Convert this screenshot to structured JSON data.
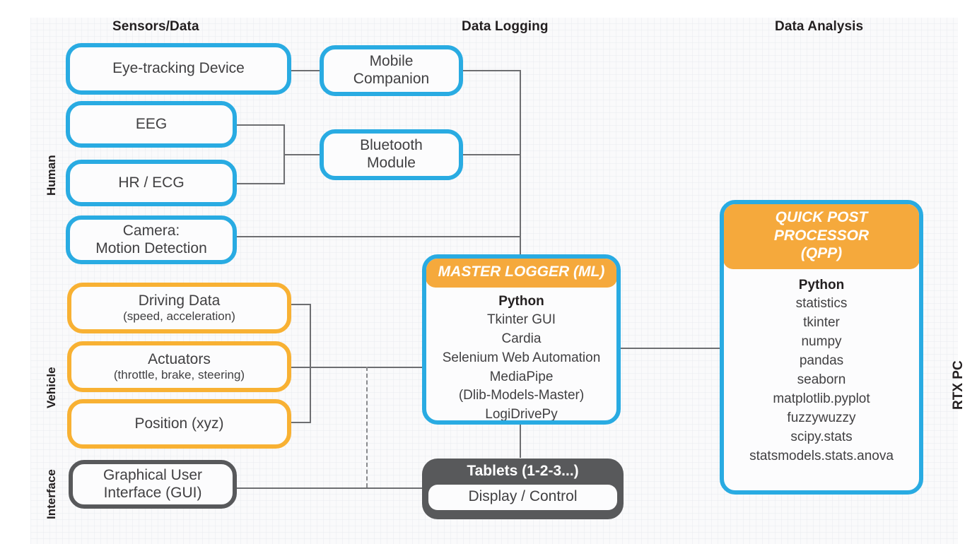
{
  "headers": {
    "sensors": "Sensors/Data",
    "logging": "Data Logging",
    "analysis": "Data Analysis"
  },
  "row_labels": {
    "human": "Human",
    "vehicle": "Vehicle",
    "interface": "Interface",
    "rtx_pc": "RTX PC"
  },
  "colors": {
    "blue": "#29ABE2",
    "orange": "#F8B133",
    "header_orange": "#F5A93C",
    "grey": "#58595B",
    "line": "#6d6e71",
    "text": "#414042"
  },
  "sensors": {
    "eye_tracking": "Eye-tracking Device",
    "eeg": "EEG",
    "hr_ecg": "HR / ECG",
    "camera_l1": "Camera:",
    "camera_l2": "Motion Detection",
    "driving_l1": "Driving Data",
    "driving_l2": "(speed, acceleration)",
    "actuators_l1": "Actuators",
    "actuators_l2": "(throttle, brake, steering)",
    "position": "Position (xyz)",
    "gui_l1": "Graphical User",
    "gui_l2": "Interface (GUI)"
  },
  "logging": {
    "mobile_l1": "Mobile",
    "mobile_l2": "Companion",
    "bluetooth_l1": "Bluetooth",
    "bluetooth_l2": "Module",
    "master_logger": {
      "title": "MASTER LOGGER (ML)",
      "lang": "Python",
      "items": [
        "Tkinter GUI",
        "Cardia",
        "Selenium Web Automation",
        "MediaPipe",
        "(Dlib-Models-Master)",
        "LogiDrivePy"
      ]
    },
    "tablets": {
      "title": "Tablets (1-2-3...)",
      "subtitle": "Display / Control"
    }
  },
  "analysis": {
    "qpp": {
      "title_l1": "QUICK POST",
      "title_l2": "PROCESSOR",
      "title_l3": "(QPP)",
      "lang": "Python",
      "items": [
        "statistics",
        "tkinter",
        "numpy",
        "pandas",
        "seaborn",
        "matplotlib.pyplot",
        "fuzzywuzzy",
        "scipy.stats",
        "statsmodels.stats.anova"
      ]
    }
  }
}
